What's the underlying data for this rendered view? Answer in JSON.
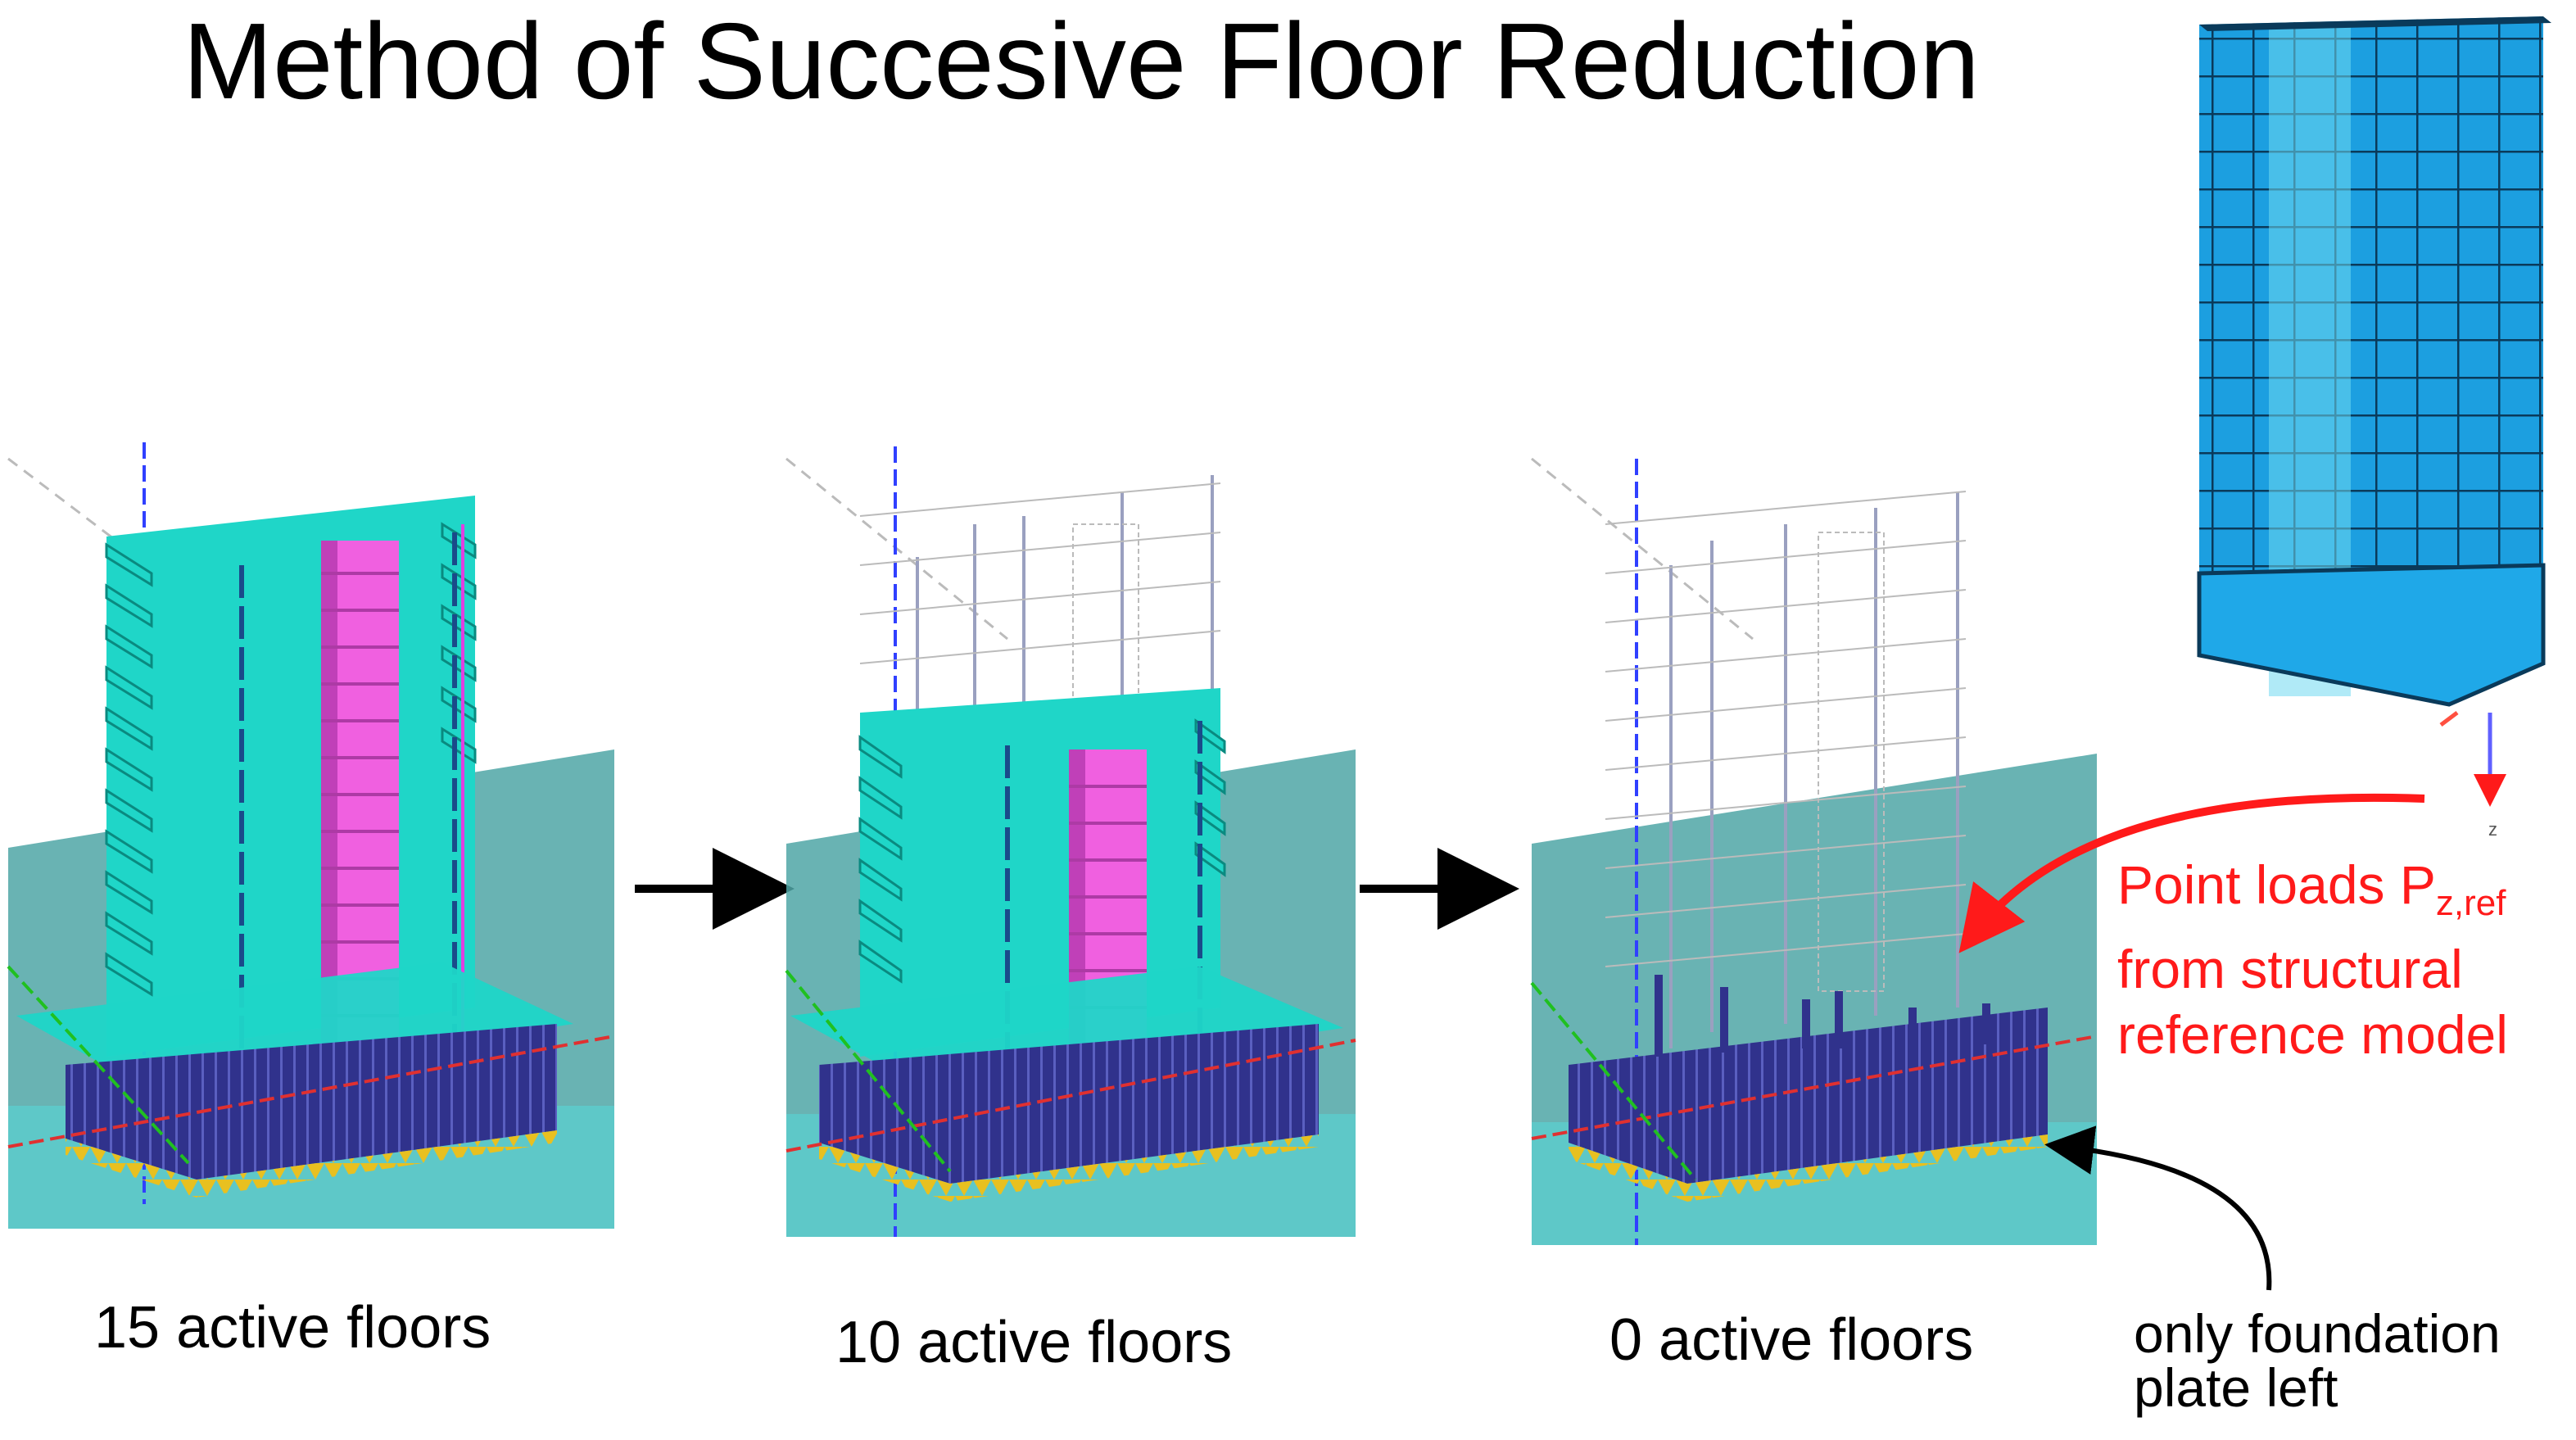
{
  "title": "Method of Succesive Floor Reduction",
  "panels": [
    {
      "caption": "15 active floors",
      "active_floors": 15
    },
    {
      "caption": "10 active floors",
      "active_floors": 10
    },
    {
      "caption": "0 active floors",
      "active_floors": 0
    }
  ],
  "annotation_loads": {
    "line1_prefix": "Point loads P",
    "line1_subscript": "z,ref",
    "line2": "from structural",
    "line3": "reference model"
  },
  "annotation_foundation": {
    "line1": "only foundation",
    "line2": "plate left"
  },
  "reference_model_axis": "z",
  "colors": {
    "floor_slab": "#1fd6c8",
    "soil": "#4fb3b3",
    "core": "#f060e0",
    "foundation": "#2d2f8a",
    "arrow_red": "#ff1a1a",
    "ref_model": "#1fa8e8"
  }
}
